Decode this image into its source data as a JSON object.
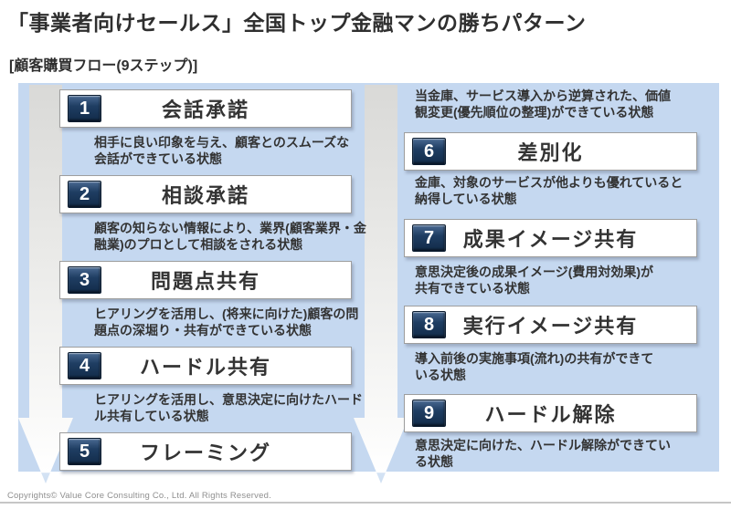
{
  "page": {
    "title": "「事業者向けセールス」全国トップ金融マンの勝ちパターン",
    "subtitle": "[顧客購買フロー(9ステップ)]",
    "footer": "Copyrights© Value Core Consulting Co., Ltd.  All Rights Reserved."
  },
  "colors": {
    "panel_blue": "#c5d8f0",
    "badge_navy": "#1f3e63",
    "box_border_gray": "#9e9e9e",
    "text_dark": "#333333",
    "arrow_tip_blue": "#cfdff2"
  },
  "steps": [
    {
      "num": "1",
      "title": "会話承諾",
      "desc": "相手に良い印象を与え、顧客とのスムーズな\n会話ができている状態"
    },
    {
      "num": "2",
      "title": "相談承諾",
      "desc": "顧客の知らない情報により、業界(顧客業界・金\n融業)のプロとして相談をされる状態"
    },
    {
      "num": "3",
      "title": "問題点共有",
      "desc": "ヒアリングを活用し、(将来に向けた)顧客の問\n題点の深堀り・共有ができている状態"
    },
    {
      "num": "4",
      "title": "ハードル共有",
      "desc": "ヒアリングを活用し、意思決定に向けたハード\nル共有している状態"
    },
    {
      "num": "5",
      "title": "フレーミング",
      "desc": "当金庫、サービス導入から逆算された、価値\n観変更(優先順位の整理)ができている状態"
    },
    {
      "num": "6",
      "title": "差別化",
      "desc": "金庫、対象のサービスが他よりも優れていると\n納得している状態"
    },
    {
      "num": "7",
      "title": "成果イメージ共有",
      "desc": "意思決定後の成果イメージ(費用対効果)が\n共有できている状態"
    },
    {
      "num": "8",
      "title": "実行イメージ共有",
      "desc": "導入前後の実施事項(流れ)の共有ができて\nいる状態"
    },
    {
      "num": "9",
      "title": "ハードル解除",
      "desc": "意思決定に向けた、ハードル解除ができてい\nる状態"
    }
  ]
}
